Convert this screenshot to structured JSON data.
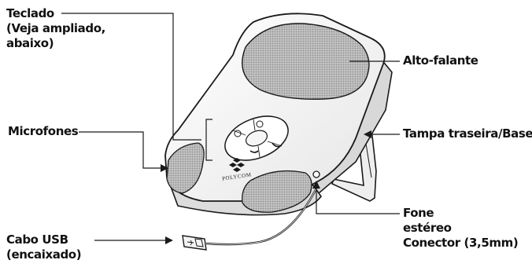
{
  "labels": {
    "keypad": [
      "Teclado",
      "(Veja ampliado,",
      "abaixo)"
    ],
    "speaker": "Alto-falante",
    "microphones": "Microfones",
    "back_cover": "Tampa traseira/Base",
    "usb_cable": [
      "Cabo USB",
      "(encaixado)"
    ],
    "headset_jack": [
      "Fone",
      "estéreo",
      "Conector (3,5mm)"
    ]
  },
  "brand": "POLYCOM",
  "colors": {
    "text": "#111111",
    "outline": "#1a1a1a",
    "grille": "#b8b8b8",
    "body": "#f3f3f3"
  }
}
